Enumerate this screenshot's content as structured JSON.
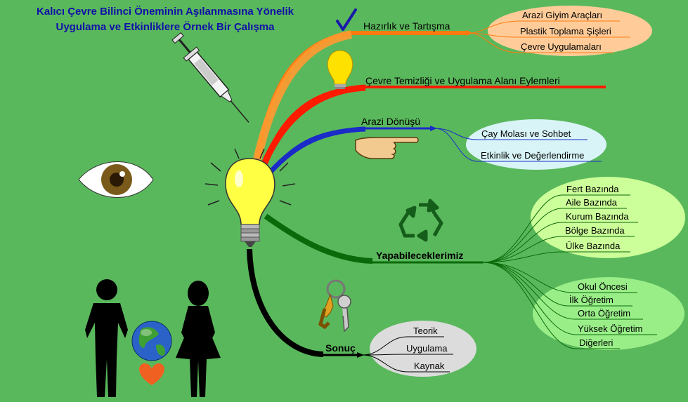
{
  "title": {
    "line1": "Kalıcı Çevre Bilinci Öneminin Aşılanmasına Yönelik",
    "line2": "Uygulama ve Etkinliklere Örnek Bir Çalışma"
  },
  "branches": {
    "hazirlik": {
      "label": "Hazırlık ve Tartışma",
      "color": "#ff7a10",
      "items": [
        "Arazi Giyim Araçları",
        "Plastik Toplama Şişleri",
        "Çevre Uygulamaları"
      ],
      "bubble_color": "#ffcc99"
    },
    "temizlik": {
      "label": "Çevre Temizliği ve Uygulama Alanı Eylemleri",
      "color": "#ff1a00"
    },
    "arazi": {
      "label": "Arazi Dönüşü",
      "color": "#1a2bc8",
      "items": [
        "Çay Molası ve Sohbet",
        "Etkinlik ve Değerlendirme"
      ],
      "bubble_color": "#d8f4f6"
    },
    "yapabilecek": {
      "label": "Yapabileceklerimiz",
      "color": "#0a6a0a",
      "items_top": [
        "Fert Bazında",
        "Aile Bazında",
        "Kurum Bazında",
        "Bölge Bazında",
        "Ülke Bazında"
      ],
      "bubble_top_color": "#ccff99",
      "items_bottom": [
        "Okul Öncesi",
        "İlk Öğretim",
        "Orta Öğretim",
        "Yüksek Öğretim",
        "Diğerleri"
      ],
      "bubble_bottom_color": "#99ee88"
    },
    "sonuc": {
      "label": "Sonuç",
      "color": "#000000",
      "items": [
        "Teorik",
        "Uygulama",
        "Kaynak"
      ],
      "bubble_color": "#dcdcdc"
    }
  },
  "icons": [
    "checkmark-icon",
    "syringe-icon",
    "lightbulb-icon",
    "small-lightbulb-icon",
    "eye-icon",
    "pointing-hand-icon",
    "recycle-icon",
    "keys-icon",
    "man-silhouette-icon",
    "woman-silhouette-icon",
    "globe-icon",
    "heart-icon"
  ]
}
